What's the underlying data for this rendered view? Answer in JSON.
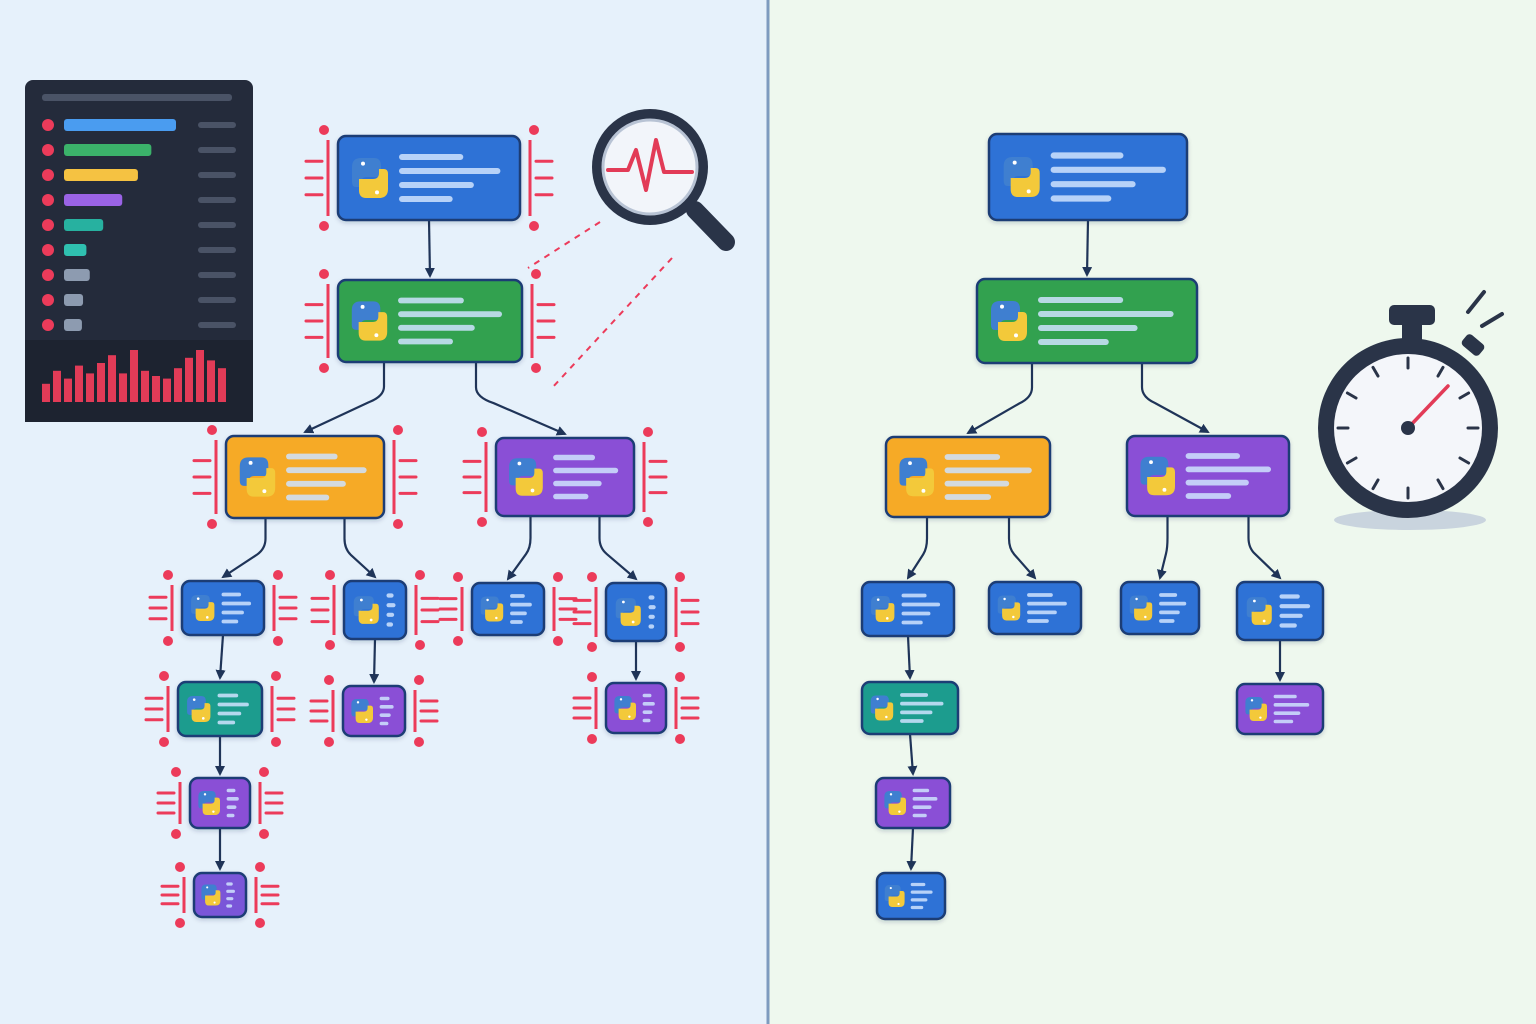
{
  "panels": {
    "left": {
      "background": "#e6f1fb",
      "role": "profiled-call-tree"
    },
    "right": {
      "background": "#eef8ee",
      "role": "unprofiled-call-tree"
    },
    "divider_color": "#7e9bbf"
  },
  "palette": {
    "blue": "#2f72d6",
    "green": "#31a150",
    "orange": "#f6aa27",
    "purple": "#8a4fd6",
    "teal": "#1e9c8e",
    "violet": "#7a57d8",
    "border": "#1f3d75",
    "edge": "#1f3458",
    "probe": "#ec3b5a",
    "line_fill": "#cfe3ff"
  },
  "icons": {
    "function_node": "python-logo-icon",
    "profiler": "magnifier-heartbeat-icon",
    "timer": "stopwatch-icon",
    "trace_panel": "profiler-trace-panel"
  },
  "left_tree": [
    {
      "id": "root",
      "kind": "blue",
      "size": "lg"
    },
    {
      "id": "mid",
      "kind": "green",
      "size": "lg",
      "parent": "root"
    },
    {
      "id": "a",
      "kind": "orange",
      "size": "lg",
      "parent": "mid"
    },
    {
      "id": "b",
      "kind": "purple",
      "size": "lg",
      "parent": "mid"
    },
    {
      "id": "a1",
      "kind": "blue",
      "size": "sm",
      "parent": "a"
    },
    {
      "id": "a2",
      "kind": "blue",
      "size": "sm",
      "parent": "a"
    },
    {
      "id": "b1",
      "kind": "blue",
      "size": "sm",
      "parent": "b"
    },
    {
      "id": "b2",
      "kind": "blue",
      "size": "sm",
      "parent": "b"
    },
    {
      "id": "a1a",
      "kind": "teal",
      "size": "sm",
      "parent": "a1"
    },
    {
      "id": "a2a",
      "kind": "purple",
      "size": "sm",
      "parent": "a2"
    },
    {
      "id": "b2a",
      "kind": "purple",
      "size": "sm",
      "parent": "b2"
    },
    {
      "id": "a1b",
      "kind": "purple",
      "size": "sm",
      "parent": "a1a"
    },
    {
      "id": "a1c",
      "kind": "violet",
      "size": "sm",
      "parent": "a1b"
    }
  ],
  "right_tree": [
    {
      "id": "root",
      "kind": "blue",
      "size": "lg"
    },
    {
      "id": "mid",
      "kind": "green",
      "size": "lg",
      "parent": "root"
    },
    {
      "id": "a",
      "kind": "orange",
      "size": "lg",
      "parent": "mid"
    },
    {
      "id": "b",
      "kind": "purple",
      "size": "lg",
      "parent": "mid"
    },
    {
      "id": "a1",
      "kind": "blue",
      "size": "sm",
      "parent": "a"
    },
    {
      "id": "a2",
      "kind": "blue",
      "size": "sm",
      "parent": "a"
    },
    {
      "id": "b1",
      "kind": "blue",
      "size": "sm",
      "parent": "b"
    },
    {
      "id": "b2",
      "kind": "blue",
      "size": "sm",
      "parent": "b"
    },
    {
      "id": "a1a",
      "kind": "teal",
      "size": "sm",
      "parent": "a1"
    },
    {
      "id": "b2a",
      "kind": "purple",
      "size": "sm",
      "parent": "b2"
    },
    {
      "id": "a1b",
      "kind": "purple",
      "size": "sm",
      "parent": "a1a"
    },
    {
      "id": "a1c",
      "kind": "blue",
      "size": "sm",
      "parent": "a1b"
    }
  ],
  "profiler_panel": {
    "rows": [
      {
        "dot": "#ec3b5a",
        "bar": "#4a9cf0",
        "fill": 1.0
      },
      {
        "dot": "#ec3b5a",
        "bar": "#3bb26a",
        "fill": 0.78
      },
      {
        "dot": "#ec3b5a",
        "bar": "#f5c242",
        "fill": 0.66
      },
      {
        "dot": "#ec3b5a",
        "bar": "#9a63e6",
        "fill": 0.52
      },
      {
        "dot": "#ec3b5a",
        "bar": "#27b1a0",
        "fill": 0.35
      },
      {
        "dot": "#ec3b5a",
        "bar": "#2fc0b0",
        "fill": 0.2
      },
      {
        "dot": "#ec3b5a",
        "bar": "#8d9bb0",
        "fill": 0.23
      },
      {
        "dot": "#ec3b5a",
        "bar": "#8d9bb0",
        "fill": 0.17
      },
      {
        "dot": "#ec3b5a",
        "bar": "#8d9bb0",
        "fill": 0.16
      }
    ],
    "histogram": [
      0.35,
      0.6,
      0.45,
      0.7,
      0.55,
      0.75,
      0.9,
      0.55,
      1.0,
      0.6,
      0.5,
      0.45,
      0.65,
      0.85,
      1.0,
      0.8,
      0.65
    ]
  }
}
